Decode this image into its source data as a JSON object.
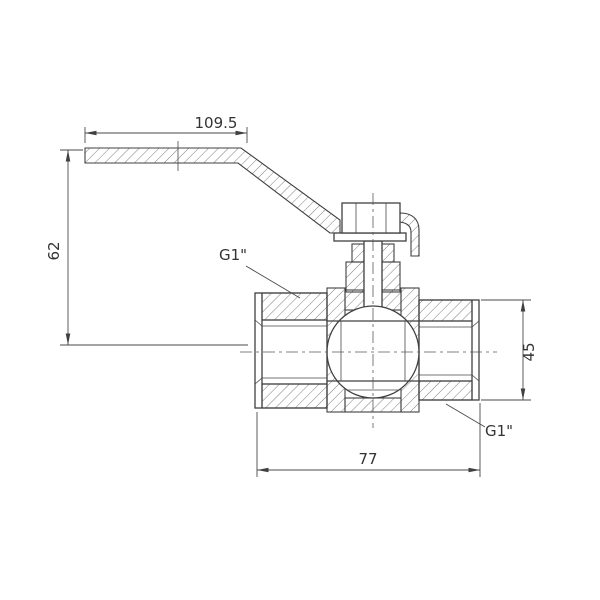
{
  "drawing": {
    "dims": {
      "handle_length": "109.5",
      "overall_height": "62",
      "port_height": "45",
      "body_length": "77"
    },
    "labels": {
      "thread_left": "G1\"",
      "thread_right": "G1\""
    },
    "colors": {
      "line": "#404040",
      "hatch": "#707070",
      "background": "#ffffff",
      "text": "#333333"
    }
  }
}
